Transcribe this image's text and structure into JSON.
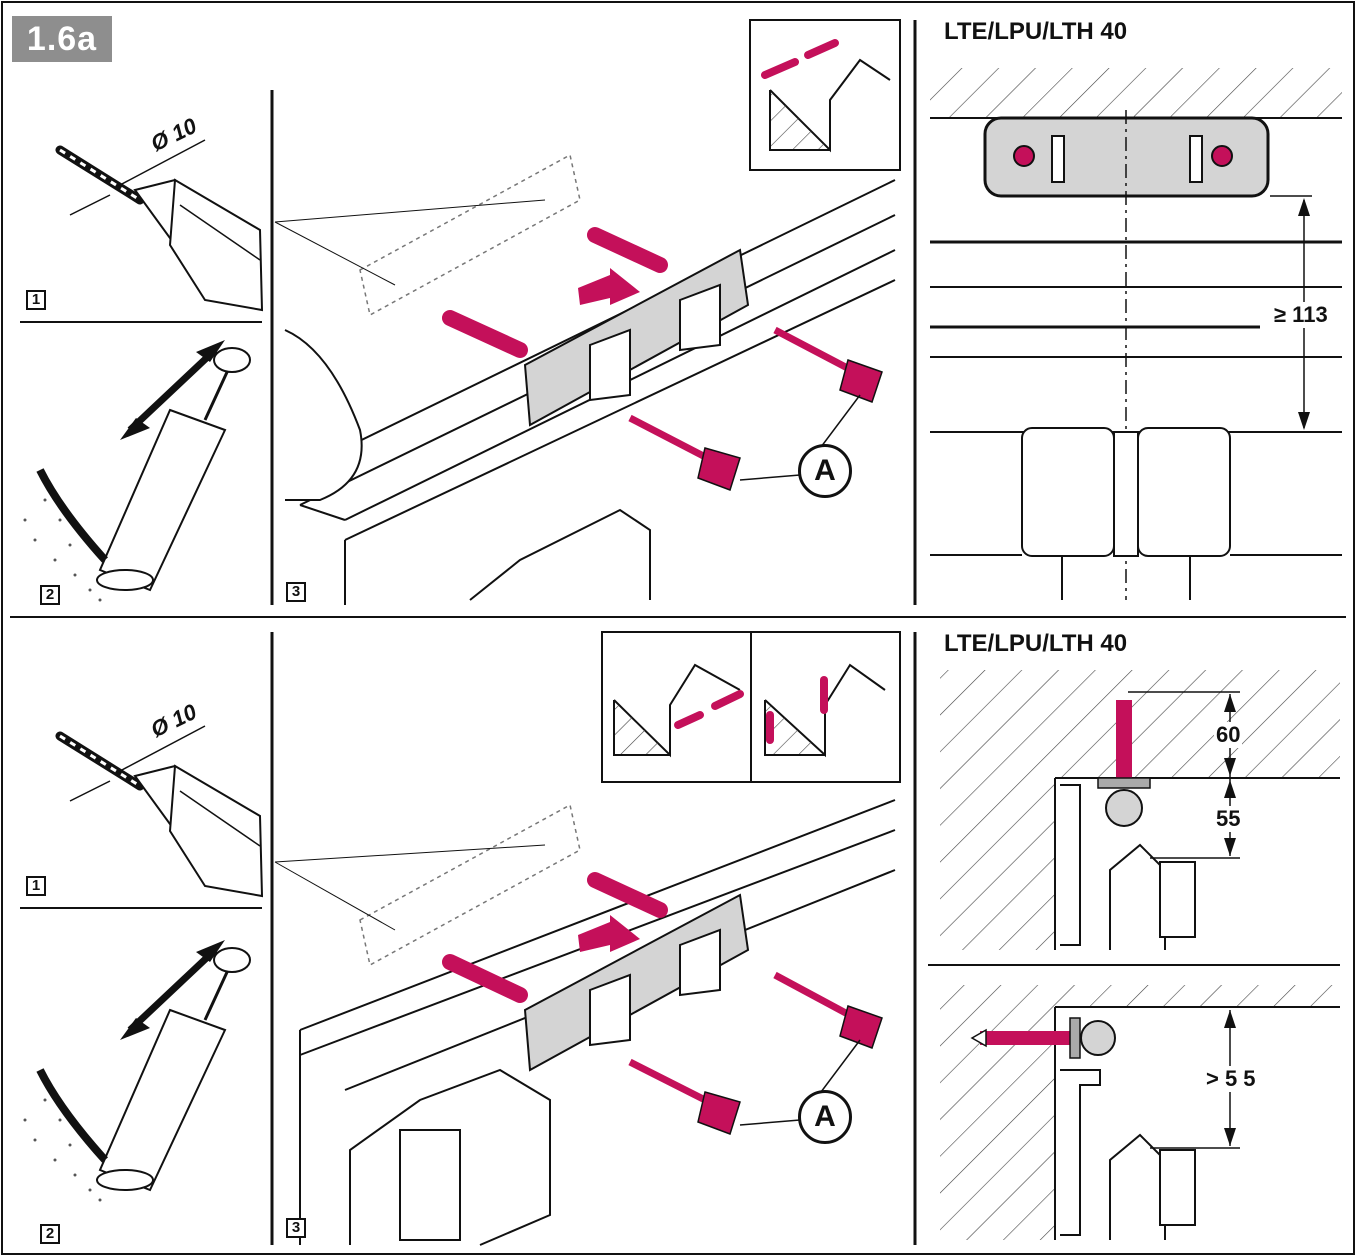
{
  "step_label": "1.6a",
  "sections": [
    {
      "title": "LTE/LPU/LTH 40",
      "steps": [
        "1",
        "2",
        "3"
      ],
      "drill_diameter": "Ø 10",
      "callout": "A",
      "dimension": "≥ 113"
    },
    {
      "title": "LTE/LPU/LTH 40",
      "steps": [
        "1",
        "2",
        "3"
      ],
      "drill_diameter": "Ø 10",
      "callout": "A",
      "dimensions": [
        "60",
        "55",
        "> 5 5"
      ]
    }
  ],
  "colors": {
    "accent": "#c4105a",
    "badge": "#8e8e8e",
    "line": "#111111",
    "plate": "#d4d4d4"
  }
}
